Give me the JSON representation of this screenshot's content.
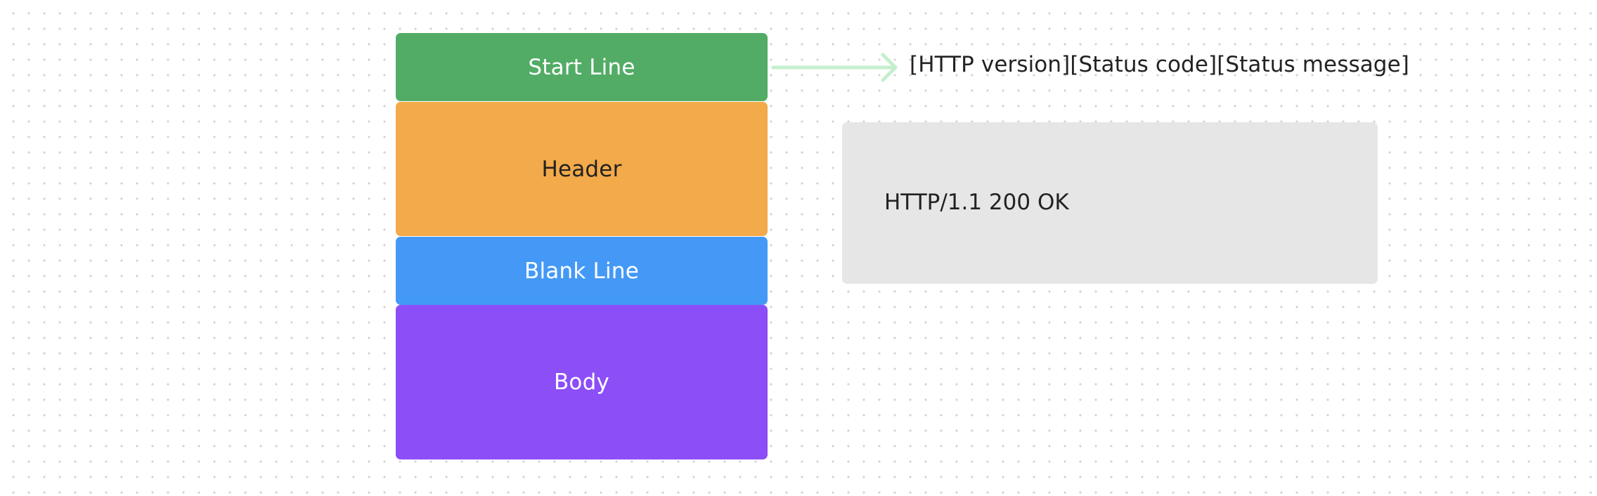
{
  "diagram": {
    "blocks": [
      {
        "id": "start-line",
        "label": "Start Line",
        "fill": "#52ac65",
        "text_color": "#ffffff"
      },
      {
        "id": "header",
        "label": "Header",
        "fill": "#f3aa4a",
        "text_color": "#222222"
      },
      {
        "id": "blank-line",
        "label": "Blank Line",
        "fill": "#4499f7",
        "text_color": "#ffffff"
      },
      {
        "id": "body",
        "label": "Body",
        "fill": "#8c4ef6",
        "text_color": "#ffffff"
      }
    ],
    "arrow_color": "#c4efcd",
    "format_line": "[HTTP version][Status code][Status message]",
    "example": {
      "text": "HTTP/1.1 200 OK",
      "fill": "#e6e6e6"
    }
  }
}
